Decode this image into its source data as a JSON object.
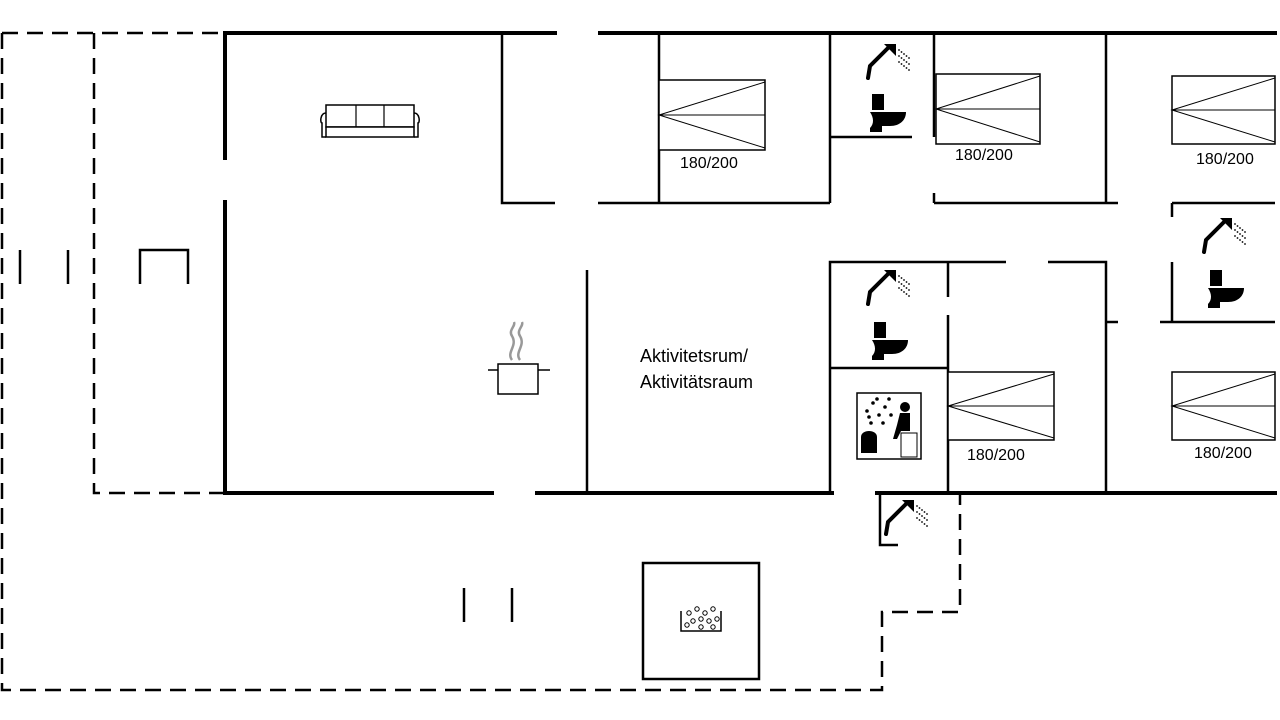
{
  "floorplan": {
    "activity_room": {
      "line1": "Aktivitetsrum/",
      "line2": "Aktivitätsraum"
    },
    "bed_labels": [
      "180/200",
      "180/200",
      "180/200",
      "180/200",
      "180/200"
    ],
    "icons": [
      "sofa-icon",
      "cooking-pot-icon",
      "bed-icon",
      "shower-icon",
      "toilet-icon",
      "sauna-icon",
      "hot-tub-icon"
    ]
  }
}
